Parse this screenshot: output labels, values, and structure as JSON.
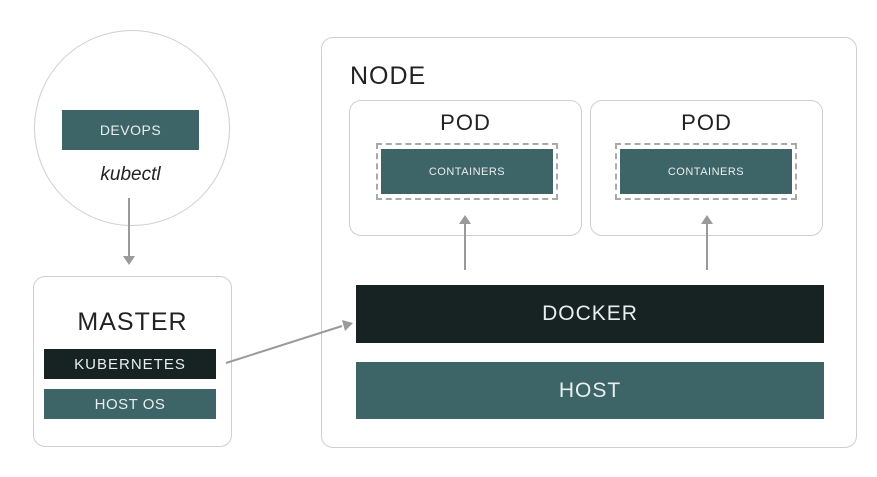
{
  "devops": {
    "box_label": "DEVOPS",
    "tool": "kubectl"
  },
  "master": {
    "title": "MASTER",
    "kubernetes": "KUBERNETES",
    "host_os": "HOST OS"
  },
  "node": {
    "title": "NODE",
    "pods": [
      {
        "title": "POD",
        "containers": "CONTAINERS"
      },
      {
        "title": "POD",
        "containers": "CONTAINERS"
      }
    ],
    "docker": "DOCKER",
    "host": "HOST"
  },
  "colors": {
    "teal": "#3d6466",
    "dark": "#172223",
    "border": "#cfcfcf",
    "arrow": "#9a9a9a"
  }
}
